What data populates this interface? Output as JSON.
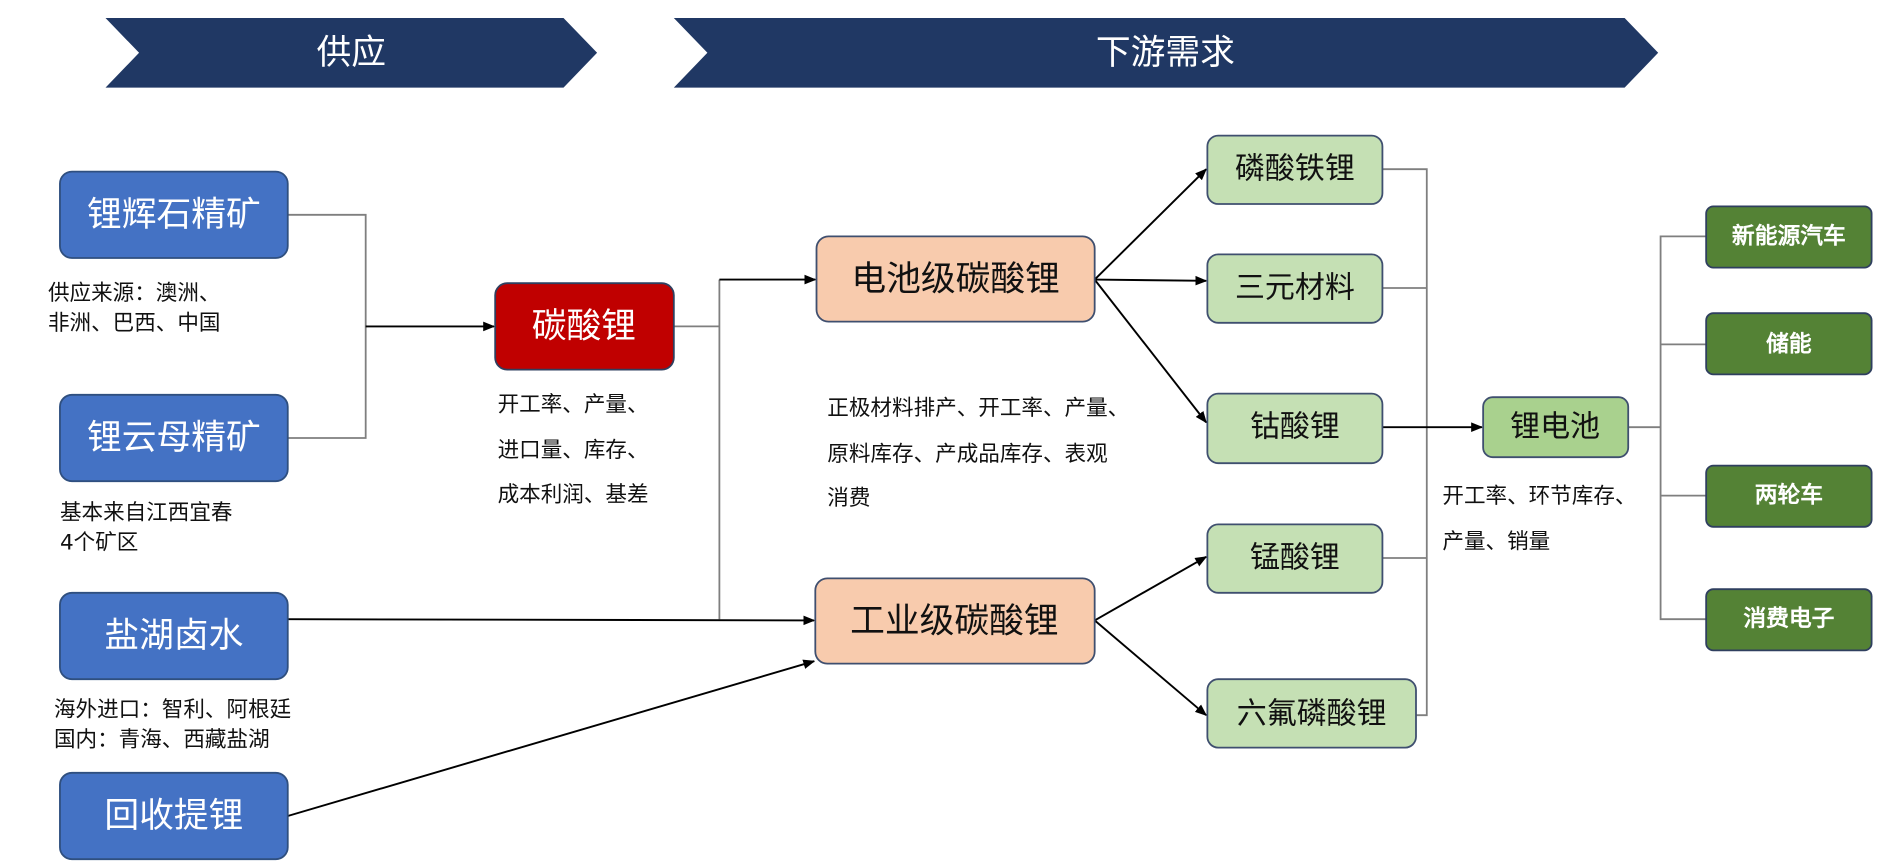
{
  "header": {
    "supply": "供应",
    "downstream": "下游需求"
  },
  "colors": {
    "header": "#203864",
    "source": "#4472C4",
    "core": "#C00000",
    "grade": "#F8CBAD",
    "material": "#C5E0B4",
    "battery": "#A9D18E",
    "end_use": "#548235"
  },
  "sources": [
    {
      "label": "锂辉石精矿",
      "caption": [
        "供应来源：澳洲、",
        "非洲、巴西、中国"
      ]
    },
    {
      "label": "锂云母精矿",
      "caption": [
        "基本来自江西宜春",
        "4个矿区"
      ]
    },
    {
      "label": "盐湖卤水",
      "caption": [
        "海外进口：智利、阿根廷",
        "国内：青海、西藏盐湖"
      ]
    },
    {
      "label": "回收提锂",
      "caption": []
    }
  ],
  "core": {
    "label": "碳酸锂",
    "caption": [
      "开工率、产量、",
      "进口量、库存、",
      "成本利润、基差"
    ]
  },
  "grades": {
    "battery": "电池级碳酸锂",
    "industrial": "工业级碳酸锂",
    "caption": [
      "正极材料排产、开工率、产量、",
      "原料库存、产成品库存、表观",
      "消费"
    ]
  },
  "materials": [
    "磷酸铁锂",
    "三元材料",
    "钴酸锂",
    "锰酸锂",
    "六氟磷酸锂"
  ],
  "battery": {
    "label": "锂电池",
    "caption": [
      "开工率、环节库存、",
      "产量、销量"
    ]
  },
  "end_uses": [
    "新能源汽车",
    "储能",
    "两轮车",
    "消费电子"
  ]
}
